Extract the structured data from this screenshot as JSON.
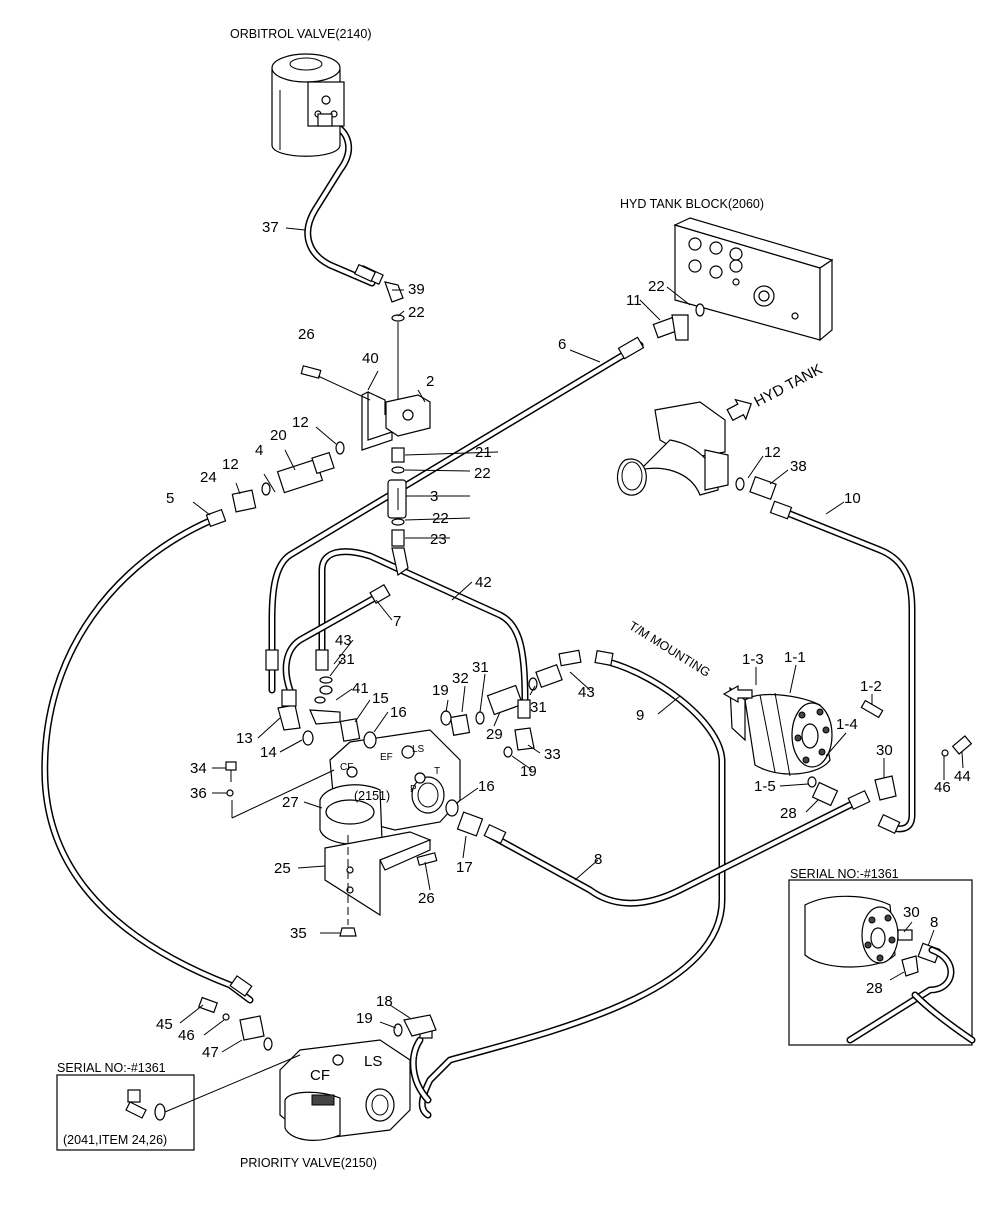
{
  "captions": {
    "orbitrol_valve": "ORBITROL VALVE(2140)",
    "hyd_tank_block": "HYD TANK BLOCK(2060)",
    "hyd_tank": "HYD TANK",
    "tm_mounting": "T/M MOUNTING",
    "priority_valve": "PRIORITY VALVE(2150)",
    "valve_2151": "(2151)"
  },
  "port_labels": {
    "ls_upper": "LS",
    "ef": "EF",
    "cf_upper": "CF",
    "t": "T",
    "p": "P",
    "cf_lower": "CF",
    "ls_lower": "LS"
  },
  "inset_right": {
    "title": "SERIAL NO:-#1361",
    "labels": [
      "30",
      "8",
      "28"
    ]
  },
  "inset_left": {
    "title": "SERIAL NO:-#1361",
    "note": "(2041,ITEM 24,26)"
  },
  "part_labels": [
    "37",
    "39",
    "22",
    "26",
    "40",
    "2",
    "12",
    "20",
    "4",
    "21",
    "22",
    "24",
    "12",
    "5",
    "3",
    "22",
    "23",
    "6",
    "11",
    "22",
    "12",
    "38",
    "10",
    "42",
    "7",
    "43",
    "31",
    "41",
    "15",
    "16",
    "13",
    "14",
    "34",
    "36",
    "27",
    "19",
    "32",
    "31",
    "29",
    "31",
    "43",
    "33",
    "19",
    "16",
    "17",
    "25",
    "26",
    "35",
    "8",
    "9",
    "1-3",
    "1-1",
    "1-2",
    "1-4",
    "30",
    "46",
    "44",
    "1-5",
    "28",
    "45",
    "46",
    "47",
    "19",
    "18"
  ]
}
